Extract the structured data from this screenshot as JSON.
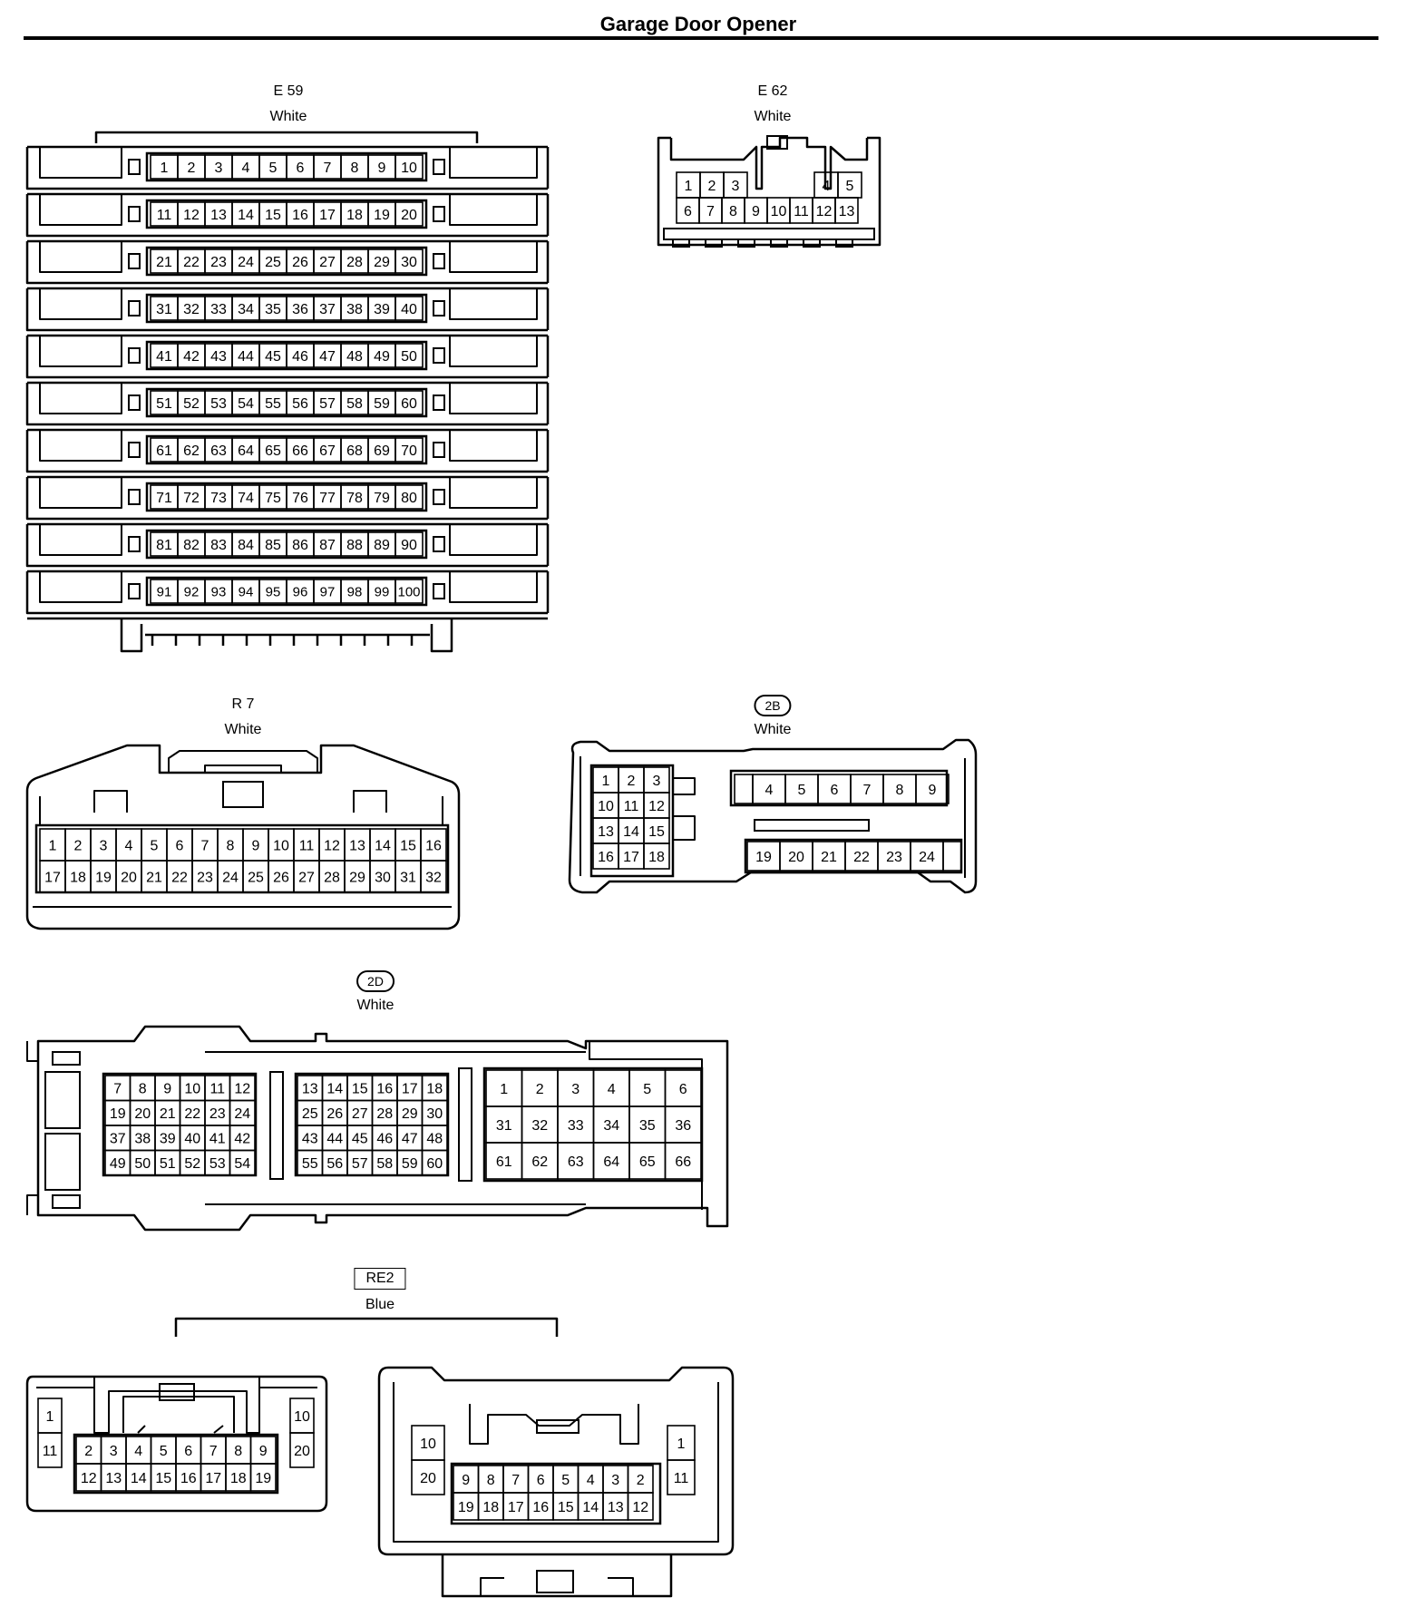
{
  "page_title": "Garage Door Opener",
  "connectors": {
    "e59": {
      "code": "E 59",
      "color": "White"
    },
    "e62": {
      "code": "E 62",
      "color": "White"
    },
    "r7": {
      "code": "R 7",
      "color": "White"
    },
    "c2b": {
      "code": "2B",
      "color": "White"
    },
    "c2d": {
      "code": "2D",
      "color": "White"
    },
    "re2": {
      "code": "RE2",
      "color": "Blue"
    }
  }
}
